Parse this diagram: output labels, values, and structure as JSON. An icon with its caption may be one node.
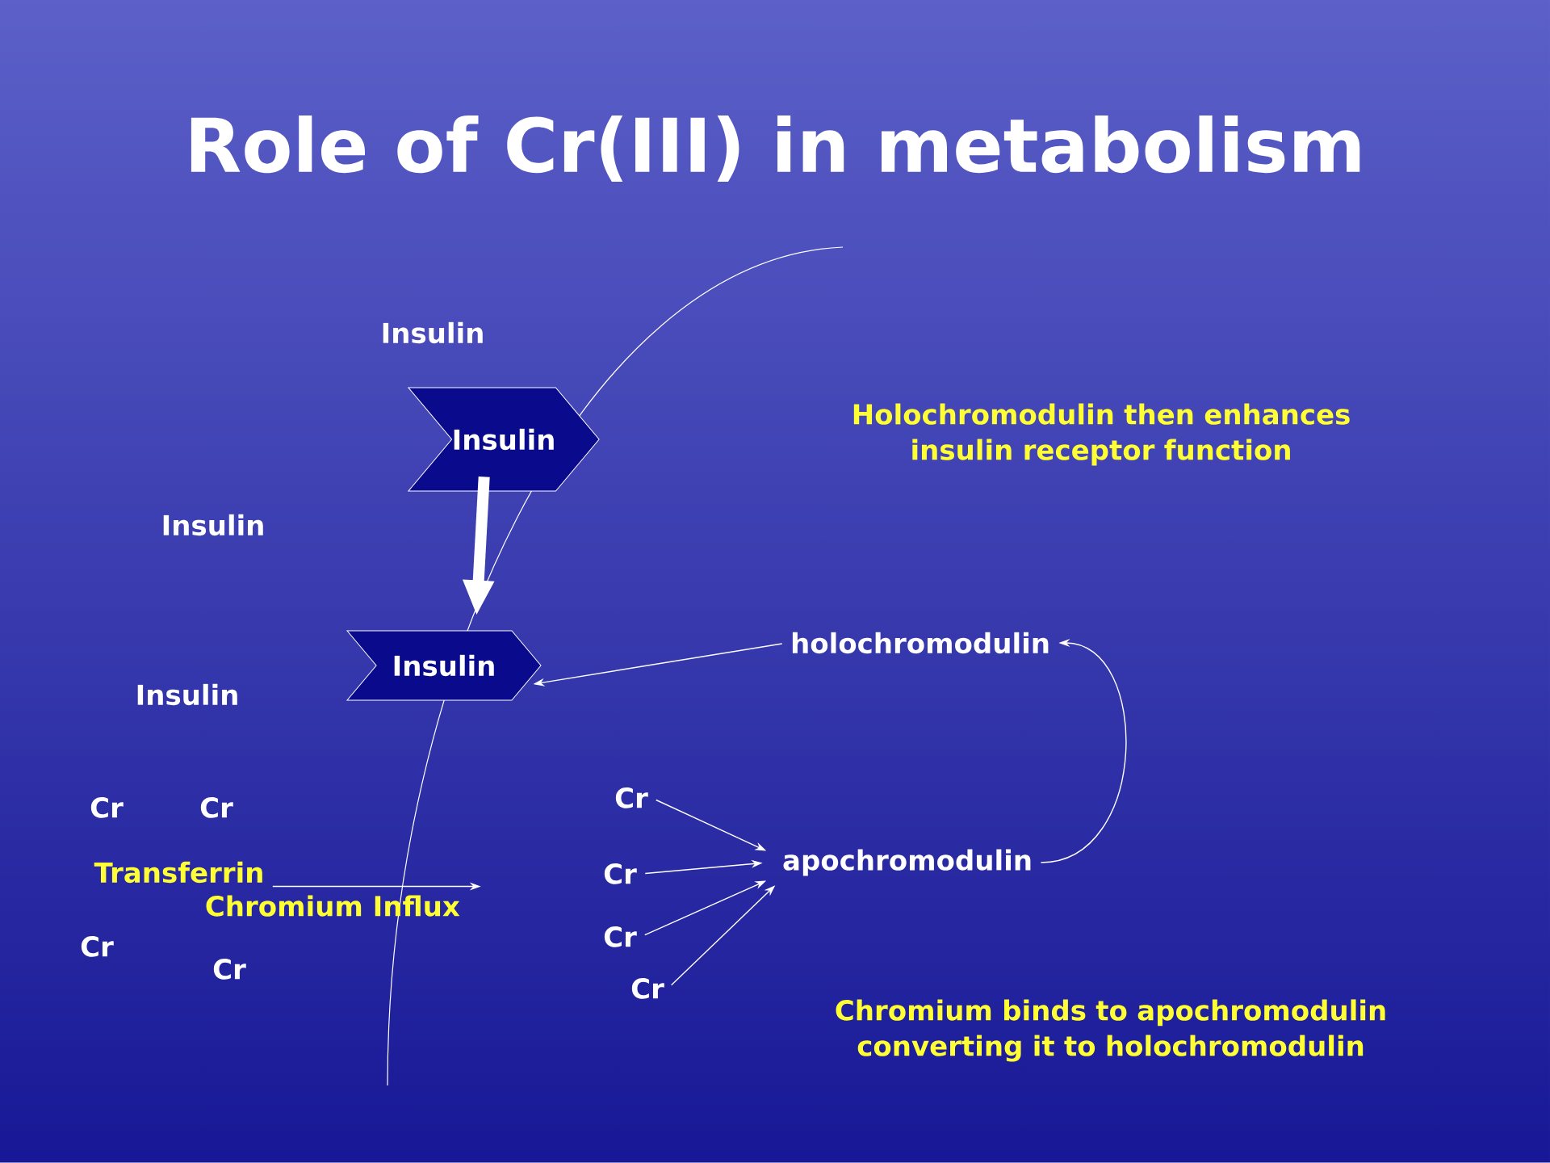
{
  "diagram": {
    "title": "Role of Cr(III) in metabolism",
    "nodes": [
      {
        "text": [
          "Insulin"
        ]
      },
      {
        "text": [
          "Insulin"
        ]
      },
      {
        "text": [
          "Insulin"
        ]
      },
      {
        "text": [
          "Insulin"
        ]
      },
      {
        "text": [
          "Insulin"
        ]
      },
      {
        "text": [
          "holochromodulin"
        ]
      },
      {
        "text": [
          "apochromodulin"
        ]
      },
      {
        "text": [
          "Cr"
        ]
      },
      {
        "text": [
          "Cr"
        ]
      },
      {
        "text": [
          "Cr"
        ]
      },
      {
        "text": [
          "Cr"
        ]
      },
      {
        "text": [
          "Cr"
        ]
      },
      {
        "text": [
          "Cr"
        ]
      },
      {
        "text": [
          "Cr"
        ]
      },
      {
        "text": [
          "Cr"
        ]
      },
      {
        "text": [
          "Transferrin"
        ]
      }
    ],
    "edges": [
      {
        "from": 1,
        "to": 3,
        "arrow": "to",
        "style": "thick"
      },
      {
        "from": 5,
        "to": 3,
        "arrow": "to"
      },
      {
        "from": 6,
        "to": 5,
        "arrow": "to"
      },
      {
        "from": 7,
        "to": 6,
        "arrow": "to"
      },
      {
        "from": 8,
        "to": 6,
        "arrow": "to"
      },
      {
        "from": 9,
        "to": 6,
        "arrow": "to"
      },
      {
        "from": 10,
        "to": 6,
        "arrow": "to"
      },
      {
        "from": 15,
        "to": null,
        "arrow": "to",
        "label": "Chromium Influx"
      }
    ],
    "labels": [
      "Holochromodulin then enhances insulin receptor function",
      "Chromium binds to apochromodulin converting it to holochromodulin"
    ]
  }
}
